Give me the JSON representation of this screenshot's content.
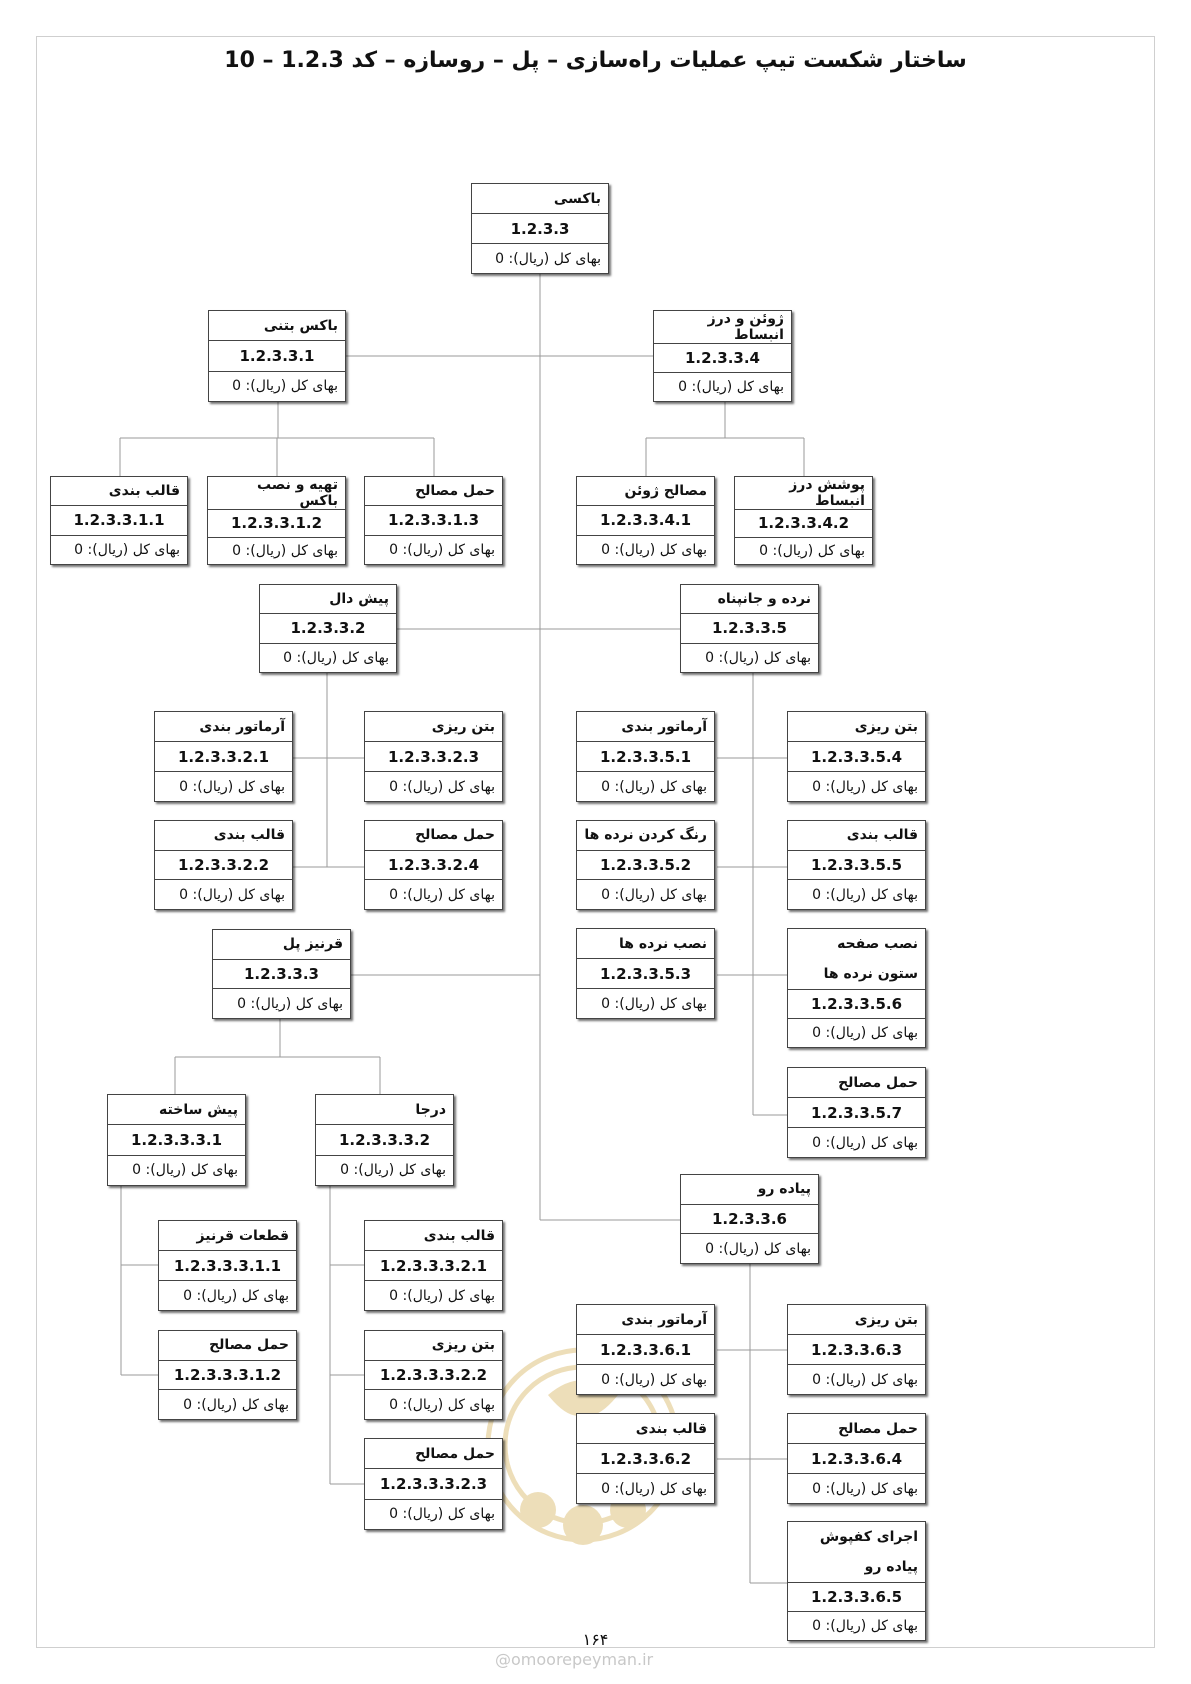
{
  "title": "ساختار شکست تیپ عملیات راه‌سازی – پل – روسازه – کد  1.2.3  –  10",
  "cost_label": "بهای کل (ریال): 0",
  "nodes": {
    "root": {
      "label": "باکسی",
      "code": "1.2.3.3"
    },
    "n1": {
      "label": "باکس بتنی",
      "code": "1.2.3.3.1"
    },
    "n11": {
      "label": "قالب بندی",
      "code": "1.2.3.3.1.1"
    },
    "n12": {
      "label": "تهیه و نصب باکس",
      "code": "1.2.3.3.1.2"
    },
    "n13": {
      "label": "حمل مصالح",
      "code": "1.2.3.3.1.3"
    },
    "n4": {
      "label": "ژوئن و درز انبساط",
      "code": "1.2.3.3.4"
    },
    "n41": {
      "label": "مصالح ژوئن",
      "code": "1.2.3.3.4.1"
    },
    "n42": {
      "label": "پوشش درز انبساط",
      "code": "1.2.3.3.4.2"
    },
    "n2": {
      "label": "پیش دال",
      "code": "1.2.3.3.2"
    },
    "n21": {
      "label": "آرماتور بندی",
      "code": "1.2.3.3.2.1"
    },
    "n22": {
      "label": "قالب بندی",
      "code": "1.2.3.3.2.2"
    },
    "n23": {
      "label": "بتن ریزی",
      "code": "1.2.3.3.2.3"
    },
    "n24": {
      "label": "حمل مصالح",
      "code": "1.2.3.3.2.4"
    },
    "n5": {
      "label": "نرده و جانپناه",
      "code": "1.2.3.3.5"
    },
    "n51": {
      "label": "آرماتور بندی",
      "code": "1.2.3.3.5.1"
    },
    "n52": {
      "label": "رنگ کردن نرده ها",
      "code": "1.2.3.3.5.2"
    },
    "n53": {
      "label": "نصب نرده ها",
      "code": "1.2.3.3.5.3"
    },
    "n54": {
      "label": "بتن ریزی",
      "code": "1.2.3.3.5.4"
    },
    "n55": {
      "label": "قالب بندی",
      "code": "1.2.3.3.5.5"
    },
    "n56": {
      "label": "نصب صفحه ستون نرده ها",
      "code": "1.2.3.3.5.6"
    },
    "n57": {
      "label": "حمل مصالح",
      "code": "1.2.3.3.5.7"
    },
    "n3": {
      "label": "قرنیز پل",
      "code": "1.2.3.3.3"
    },
    "n31": {
      "label": "پیش ساخته",
      "code": "1.2.3.3.3.1"
    },
    "n311": {
      "label": "قطعات قرنیز",
      "code": "1.2.3.3.3.1.1"
    },
    "n312": {
      "label": "حمل مصالح",
      "code": "1.2.3.3.3.1.2"
    },
    "n32": {
      "label": "درجا",
      "code": "1.2.3.3.3.2"
    },
    "n321": {
      "label": "قالب بندی",
      "code": "1.2.3.3.3.2.1"
    },
    "n322": {
      "label": "بتن ریزی",
      "code": "1.2.3.3.3.2.2"
    },
    "n323": {
      "label": "حمل مصالح",
      "code": "1.2.3.3.3.2.3"
    },
    "n6": {
      "label": "پیاده رو",
      "code": "1.2.3.3.6"
    },
    "n61": {
      "label": "آرماتور بندی",
      "code": "1.2.3.3.6.1"
    },
    "n62": {
      "label": "قالب بندی",
      "code": "1.2.3.3.6.2"
    },
    "n63": {
      "label": "بتن ریزی",
      "code": "1.2.3.3.6.3"
    },
    "n64": {
      "label": "حمل مصالح",
      "code": "1.2.3.3.6.4"
    },
    "n65": {
      "label": "اجرای کفپوش پیاده رو",
      "code": "1.2.3.3.6.5"
    }
  },
  "page_number": "۱۶۴",
  "watermark_text": "@omoorepeyman.ir"
}
